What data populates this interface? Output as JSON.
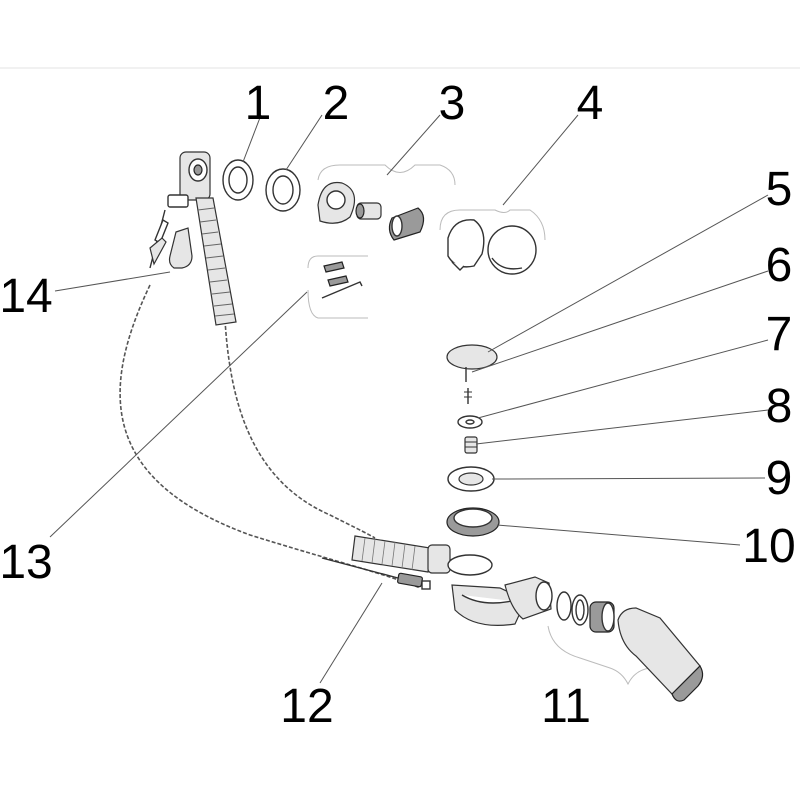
{
  "callouts": [
    "1",
    "2",
    "3",
    "4",
    "5",
    "6",
    "7",
    "8",
    "9",
    "10",
    "11",
    "12",
    "13",
    "14"
  ]
}
